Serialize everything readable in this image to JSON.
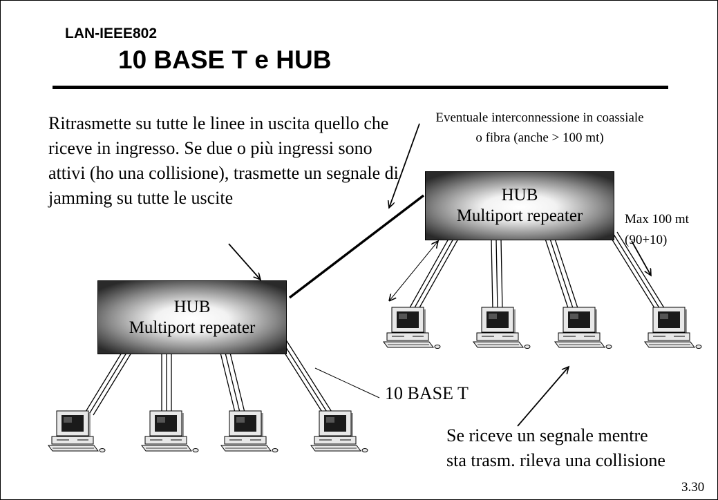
{
  "header": {
    "subtitle": "LAN-IEEE802",
    "title": "10 BASE T e HUB"
  },
  "text": {
    "hub_description": "Ritrasmette su tutte le linee in uscita quello che riceve in ingresso. Se due o più ingressi sono attivi (ho una collisione), trasmette un segnale di jamming su tutte le uscite",
    "interconnection_line1": "Eventuale interconnessione in coassiale",
    "interconnection_line2": "o fibra (anche > 100 mt)",
    "max_line1": "Max 100 mt",
    "max_line2": "(90+10)",
    "cable_label": "10 BASE T",
    "collision_line1": "Se riceve un segnale mentre",
    "collision_line2": "sta trasm. rileva una collisione",
    "page_number": "3.30"
  },
  "hubs": [
    {
      "line1": "HUB",
      "line2": "Multiport repeater"
    },
    {
      "line1": "HUB",
      "line2": "Multiport repeater"
    }
  ],
  "icons": [
    "computer-icon"
  ]
}
